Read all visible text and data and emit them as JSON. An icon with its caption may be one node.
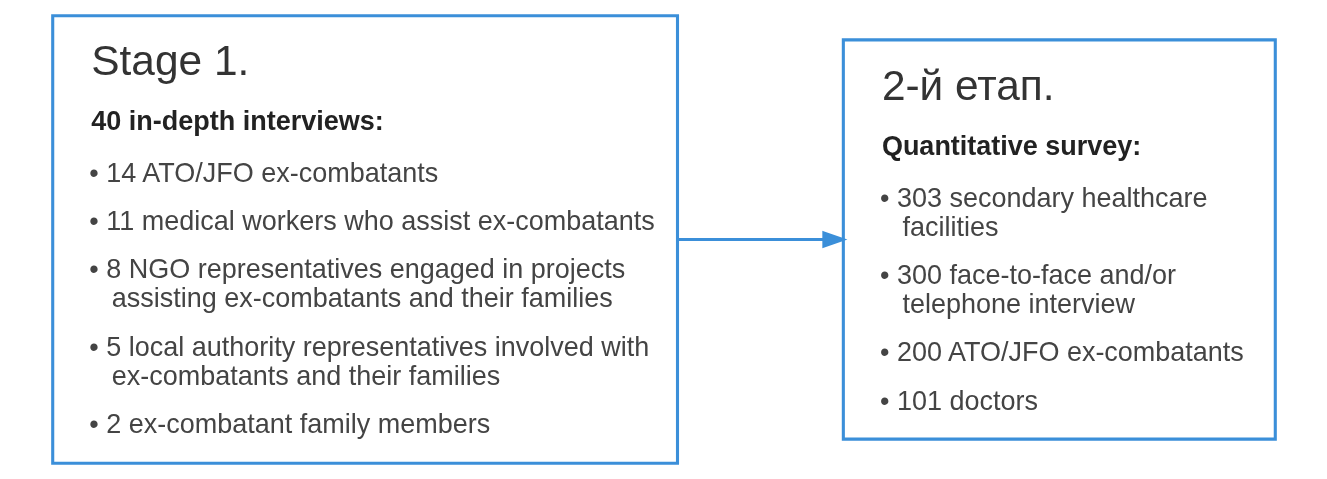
{
  "diagram": {
    "nodes": [
      {
        "text": [
          "Stage 1.",
          "40 in-depth interviews:",
          "• 14 ATO/JFO ex-combatants",
          "• 11 medical workers who assist ex-combatants",
          "• 8 NGO representatives engaged in projects assisting ex-combatants and their families",
          "• 5 local authority representatives involved with ex-combatants and their families",
          "• 2 ex-combatant family members"
        ]
      },
      {
        "text": [
          "2-й етап.",
          "Quantitative survey:",
          "• 303 secondary healthcare facilities",
          "• 300 face-to-face and/or telephone interview",
          "• 200 ATO/JFO ex-combatants",
          "• 101 doctors"
        ]
      }
    ],
    "edges": [
      {
        "from": 0,
        "to": 1,
        "arrow": "to"
      }
    ]
  }
}
